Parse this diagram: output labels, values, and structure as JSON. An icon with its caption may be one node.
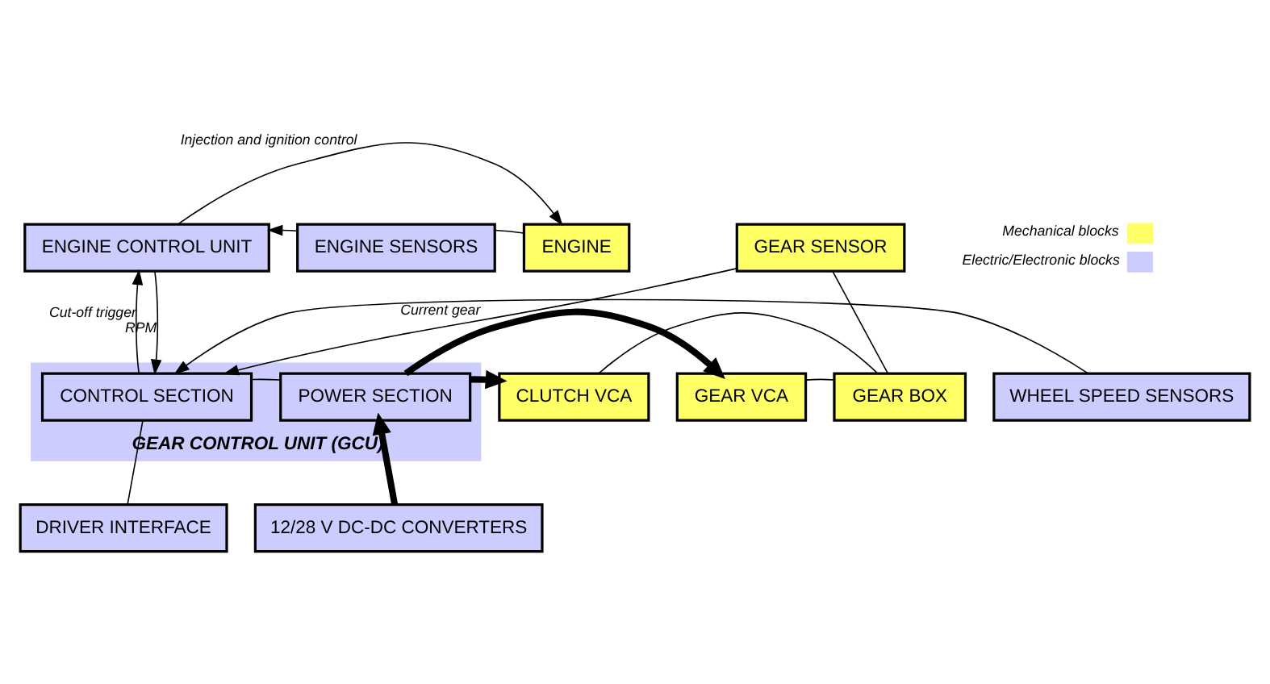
{
  "diagram": {
    "nodes": [
      {
        "text": [
          "ENGINE CONTROL UNIT"
        ]
      },
      {
        "text": [
          "ENGINE SENSORS"
        ]
      },
      {
        "text": [
          "ENGINE"
        ]
      },
      {
        "text": [
          "GEAR CONTROL UNIT (GCU)"
        ]
      },
      {
        "text": [
          "GEAR SENSOR"
        ]
      },
      {
        "text": [
          "WHEEL SPEED SENSORS"
        ]
      },
      {
        "text": [
          "CONTROL SECTION"
        ],
        "in": 3
      },
      {
        "text": [
          "POWER SECTION"
        ],
        "in": 3
      },
      {
        "text": [
          "CLUTCH VCA"
        ]
      },
      {
        "text": [
          "GEAR VCA"
        ]
      },
      {
        "text": [
          "GEAR BOX"
        ]
      },
      {
        "text": [
          "DRIVER INTERFACE"
        ]
      },
      {
        "text": [
          "12/28 V DC-DC CONVERTERS"
        ]
      }
    ],
    "edges": [
      {
        "from": 0,
        "to": 2,
        "arrow": "to",
        "label": "Injection and ignition control"
      },
      {
        "from": 1,
        "to": 0,
        "arrow": "to"
      },
      {
        "from": 2,
        "to": 1,
        "arrow": "none"
      },
      {
        "from": 0,
        "to": 6,
        "arrow": "to",
        "label": "RPM"
      },
      {
        "from": 6,
        "to": 0,
        "arrow": "to",
        "label": "Cut-off trigger"
      },
      {
        "from": 4,
        "to": 6,
        "arrow": "to",
        "label": "Current gear"
      },
      {
        "from": 4,
        "to": 10,
        "arrow": "none"
      },
      {
        "from": 5,
        "to": 6,
        "arrow": "to"
      },
      {
        "from": 6,
        "to": 7,
        "arrow": "none"
      },
      {
        "from": 7,
        "to": 8,
        "arrow": "to",
        "style": "thick"
      },
      {
        "from": 7,
        "to": 9,
        "arrow": "to",
        "style": "thick"
      },
      {
        "from": 8,
        "to": 10,
        "arrow": "none"
      },
      {
        "from": 9,
        "to": 10,
        "arrow": "none"
      },
      {
        "from": 6,
        "to": 11,
        "arrow": "none"
      },
      {
        "from": 12,
        "to": 7,
        "arrow": "to",
        "style": "thick"
      }
    ],
    "legend": [
      {
        "text": "Mechanical blocks",
        "color": "#ffff66"
      },
      {
        "text": "Electric/Electronic blocks",
        "color": "#ccccff"
      }
    ]
  }
}
